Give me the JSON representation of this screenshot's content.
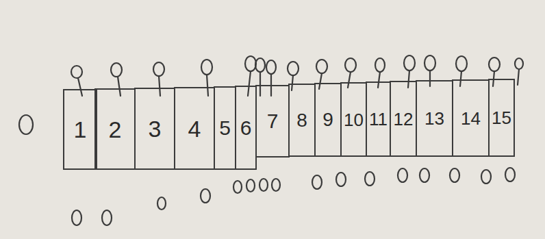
{
  "diagram": {
    "nodes": [
      {
        "text": [
          "1"
        ]
      },
      {
        "text": [
          "2"
        ]
      },
      {
        "text": [
          "3"
        ]
      },
      {
        "text": [
          "4"
        ]
      },
      {
        "text": [
          "5"
        ]
      },
      {
        "text": [
          "6"
        ]
      },
      {
        "text": [
          "7"
        ]
      },
      {
        "text": [
          "8"
        ]
      },
      {
        "text": [
          "9"
        ]
      },
      {
        "text": [
          "10"
        ]
      },
      {
        "text": [
          "11"
        ]
      },
      {
        "text": [
          "12"
        ]
      },
      {
        "text": [
          "13"
        ]
      },
      {
        "text": [
          "14"
        ]
      },
      {
        "text": [
          "15"
        ]
      }
    ]
  }
}
